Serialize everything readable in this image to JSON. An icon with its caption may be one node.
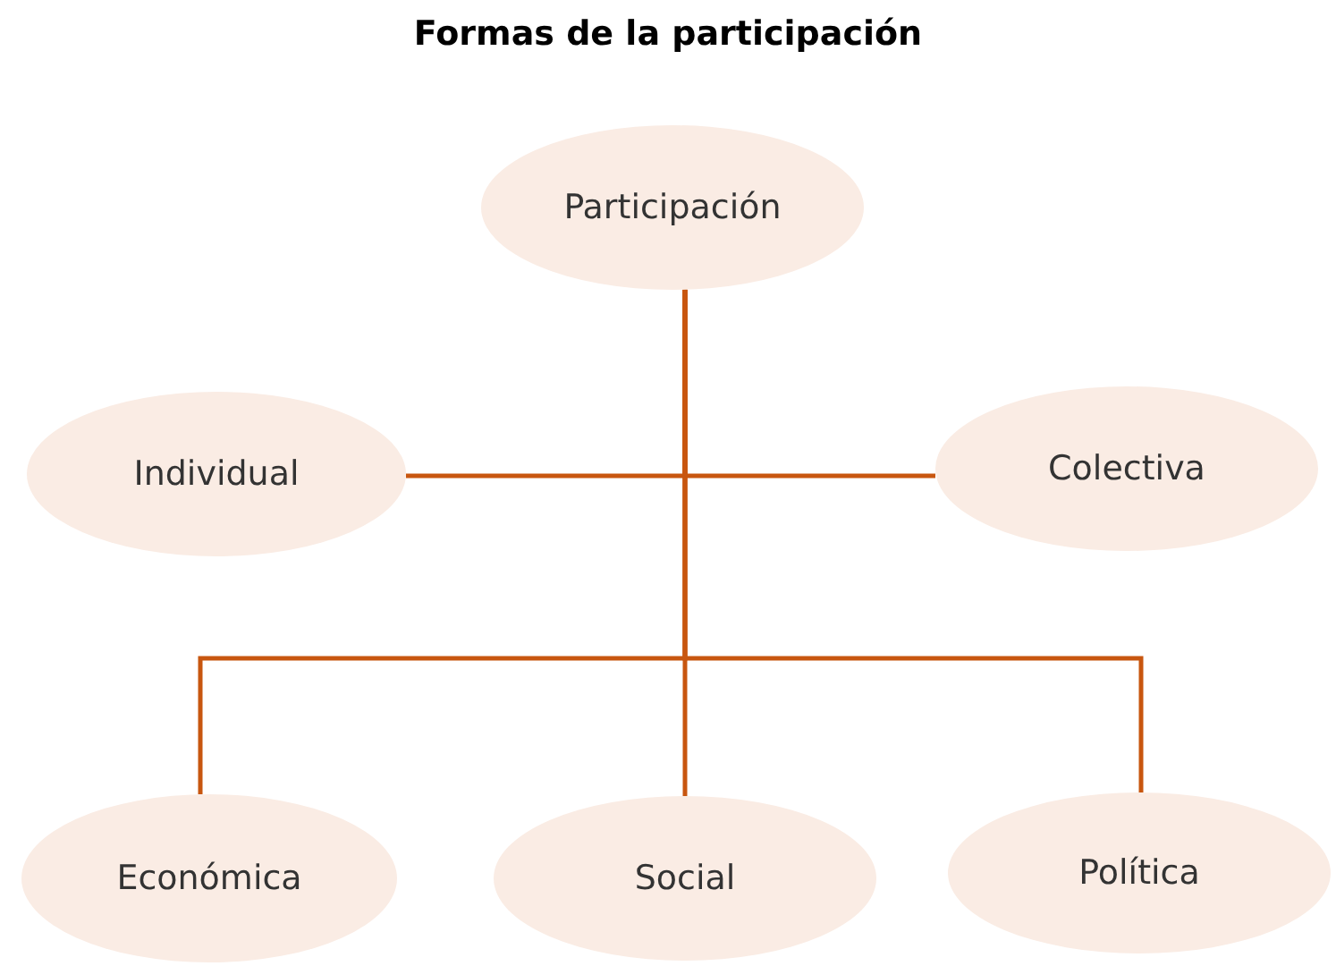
{
  "diagram": {
    "title": "Formas de la participación",
    "nodes": [
      {
        "text": [
          "Participación"
        ]
      },
      {
        "text": [
          "Individual"
        ]
      },
      {
        "text": [
          "Colectiva"
        ]
      },
      {
        "text": [
          "Económica"
        ]
      },
      {
        "text": [
          "Social"
        ]
      },
      {
        "text": [
          "Política"
        ]
      }
    ],
    "edges": [
      {
        "from": 0,
        "to": 1,
        "arrow": "none"
      },
      {
        "from": 0,
        "to": 2,
        "arrow": "none"
      },
      {
        "from": 0,
        "to": 3,
        "arrow": "none"
      },
      {
        "from": 0,
        "to": 4,
        "arrow": "none"
      },
      {
        "from": 0,
        "to": 5,
        "arrow": "none"
      }
    ]
  }
}
